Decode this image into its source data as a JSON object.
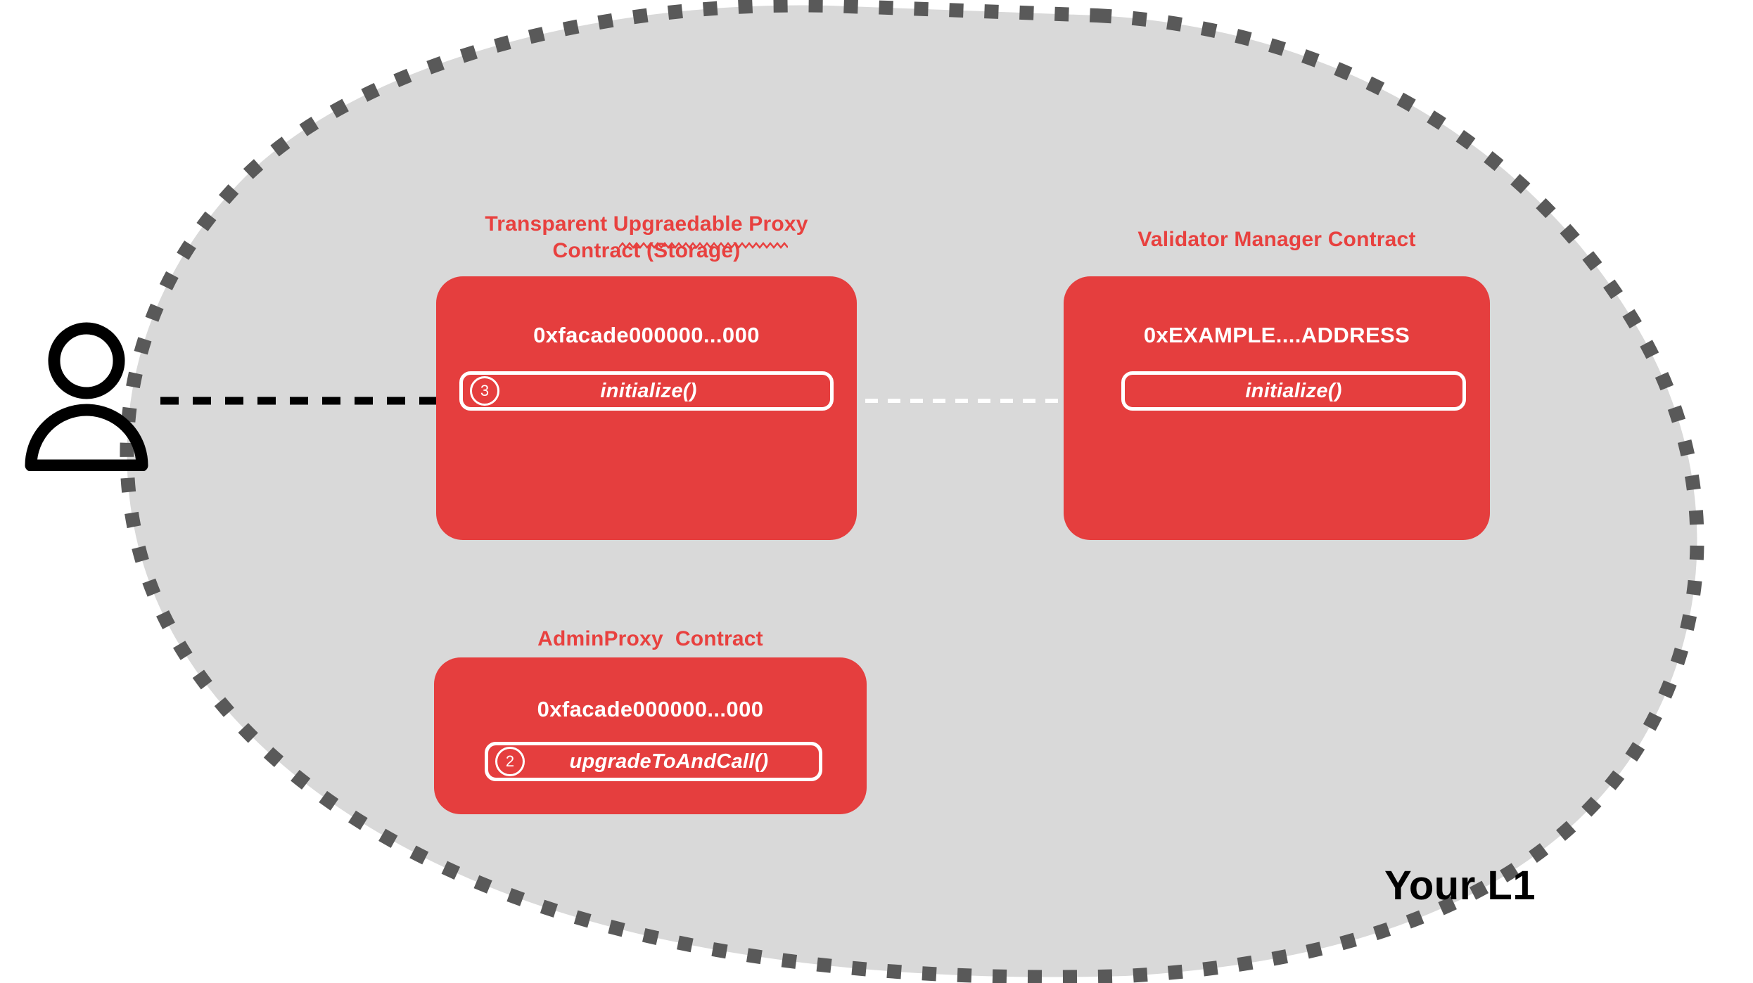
{
  "diagram": {
    "region_label": "Your L1",
    "actor_icon": "person-icon",
    "colors": {
      "card_red": "#E53E3E",
      "title_red": "#E8413F",
      "region_fill": "#D9D9D9",
      "region_border": "#595959",
      "text_white": "#FFFFFF",
      "arrow_black": "#000000"
    },
    "cards": [
      {
        "id": "transparent-upgradeable-proxy",
        "title": "Transparent Upgraedable Proxy\nContract (Storage)",
        "address": "0xfacade000000...000",
        "methods": [
          {
            "step": "3",
            "label": "initialize()"
          }
        ]
      },
      {
        "id": "validator-manager",
        "title": "Validator Manager Contract",
        "address": "0xEXAMPLE....ADDRESS",
        "methods": [
          {
            "step": "",
            "label": "initialize()"
          }
        ]
      },
      {
        "id": "admin-proxy",
        "title": "AdminProxy  Contract",
        "address": "0xfacade000000...000",
        "methods": [
          {
            "step": "2",
            "label": "upgradeToAndCall()"
          }
        ]
      }
    ],
    "arrows": [
      {
        "id": "user-to-proxy",
        "style": "dashed",
        "color": "#000000",
        "from": "person-icon",
        "to": "transparent-upgradeable-proxy.initialize"
      },
      {
        "id": "proxy-to-manager",
        "style": "dashed",
        "color": "#FFFFFF",
        "from": "transparent-upgradeable-proxy.initialize",
        "to": "validator-manager.initialize"
      }
    ]
  }
}
